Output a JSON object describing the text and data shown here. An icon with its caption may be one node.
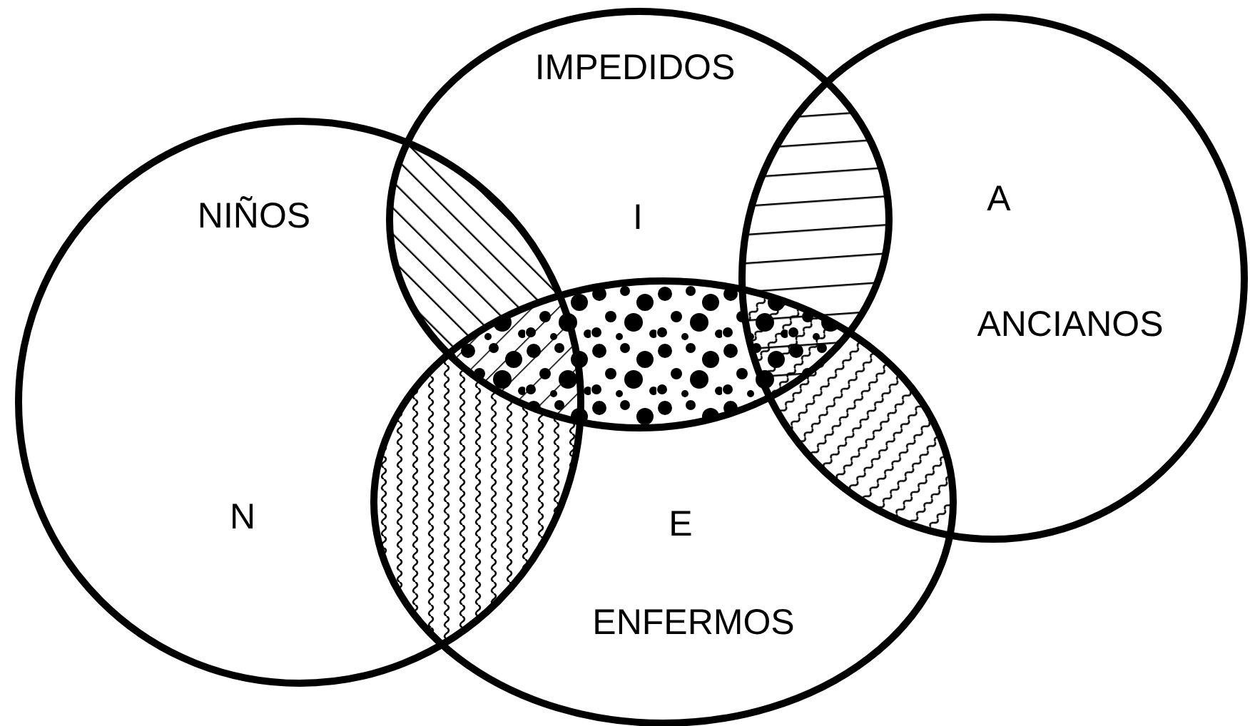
{
  "diagram": {
    "nodes": [
      {
        "text": [
          "NIÑOS",
          "N"
        ]
      },
      {
        "text": [
          "IMPEDIDOS",
          "I"
        ]
      },
      {
        "text": [
          "A",
          "ANCIANOS"
        ]
      },
      {
        "text": [
          "E",
          "ENFERMOS"
        ]
      }
    ]
  }
}
